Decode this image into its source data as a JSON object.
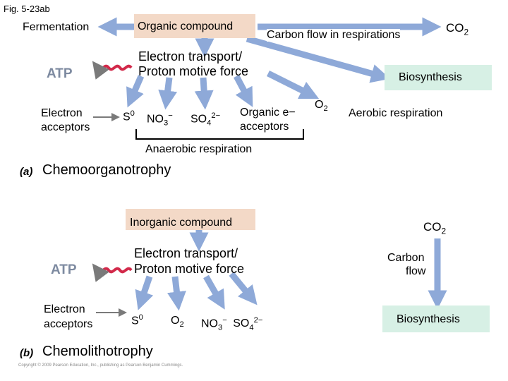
{
  "figure_label": "Fig. 5-23ab",
  "colors": {
    "compound_box": "#f3d9c7",
    "biosynthesis_box": "#d7f0e5",
    "arrow": "#8ea9d8",
    "arrow_dark": "#6f8fc7",
    "atp_text": "#7d8aa0",
    "atp_wave": "#d2294a"
  },
  "panel_a": {
    "fermentation": "Fermentation",
    "compound": "Organic compound",
    "carbon_flow": "Carbon flow in respirations",
    "co2": "CO",
    "co2_sub": "2",
    "electron_transport_line1": "Electron transport/",
    "electron_transport_line2": "Proton motive force",
    "atp": "ATP",
    "biosynthesis": "Biosynthesis",
    "electron_acceptors_line1": "Electron",
    "electron_acceptors_line2": "acceptors",
    "s0": "S",
    "s0_sup": "0",
    "no3": "NO",
    "no3_sub": "3",
    "no3_sup": "−",
    "so4": "SO",
    "so4_sub": "4",
    "so4_sup": "2−",
    "organic_acceptors_line1": "Organic e−",
    "organic_acceptors_line2": "acceptors",
    "o2": "O",
    "o2_sub": "2",
    "aerobic": "Aerobic respiration",
    "anaerobic": "Anaerobic respiration",
    "panel_letter": "(a)",
    "caption": "Chemoorganotrophy"
  },
  "panel_b": {
    "compound": "Inorganic compound",
    "co2": "CO",
    "co2_sub": "2",
    "electron_transport_line1": "Electron transport/",
    "electron_transport_line2": "Proton motive force",
    "carbon_flow_line1": "Carbon",
    "carbon_flow_line2": "flow",
    "atp": "ATP",
    "electron_acceptors_line1": "Electron",
    "electron_acceptors_line2": "acceptors",
    "s0": "S",
    "s0_sup": "0",
    "o2": "O",
    "o2_sub": "2",
    "no3": "NO",
    "no3_sub": "3",
    "no3_sup": "−",
    "so4": "SO",
    "so4_sub": "4",
    "so4_sup": "2−",
    "biosynthesis": "Biosynthesis",
    "panel_letter": "(b)",
    "caption": "Chemolithotrophy"
  },
  "copyright": "Copyright © 2009 Pearson Education, Inc., publishing as Pearson Benjamin Cummings."
}
